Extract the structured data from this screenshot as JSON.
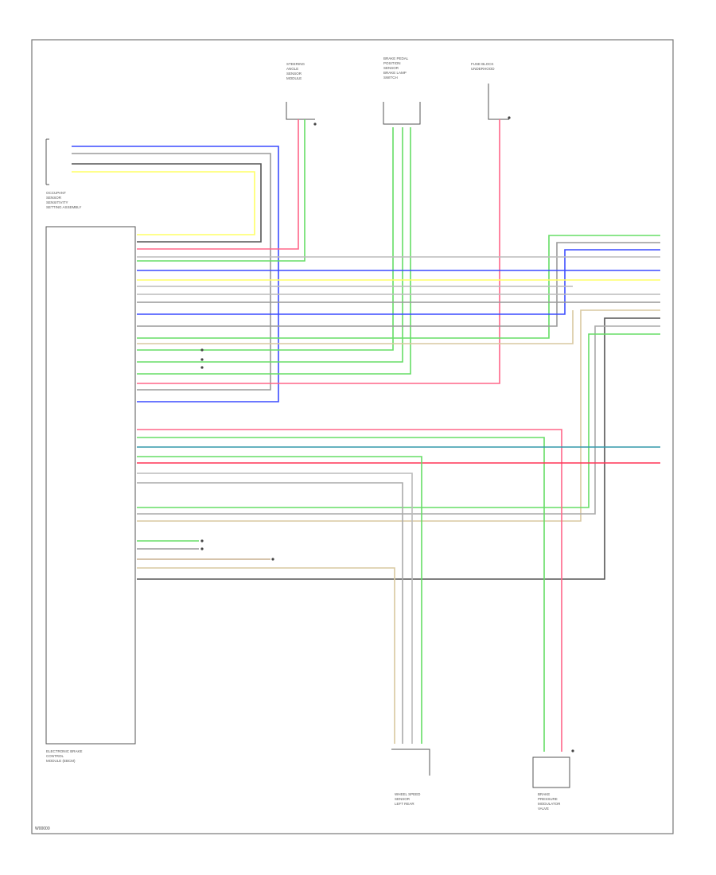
{
  "diagram": {
    "connector_components": {
      "top_left": [
        "OCCUPANT",
        "SENSOR",
        "SENSITIVITY",
        "SETTING ASSEMBLY"
      ],
      "steering_angle": [
        "STEERING",
        "ANGLE",
        "SENSOR",
        "MODULE"
      ],
      "brake_switch": [
        "BRAKE PEDAL",
        "POSITION",
        "SENSOR",
        "BRAKE LAMP",
        "SWITCH"
      ],
      "fuse_block": [
        "FUSE BLOCK",
        "UNDERHOOD"
      ],
      "main_module": [
        "ELECTRONIC BRAKE",
        "CONTROL",
        "MODULE (EBCM)"
      ],
      "bottom_center": [
        "WHEEL SPEED",
        "SENSOR",
        "LEFT REAR"
      ],
      "bottom_right": [
        "BRAKE",
        "PRESSURE",
        "MODULATOR",
        "VALVE"
      ]
    },
    "footer": "W00000"
  }
}
